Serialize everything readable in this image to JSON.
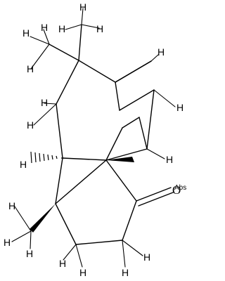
{
  "molecule": {
    "atom_labels": {
      "hydrogen": "H",
      "oxygen": "O",
      "abs_mark": "Abs"
    }
  }
}
